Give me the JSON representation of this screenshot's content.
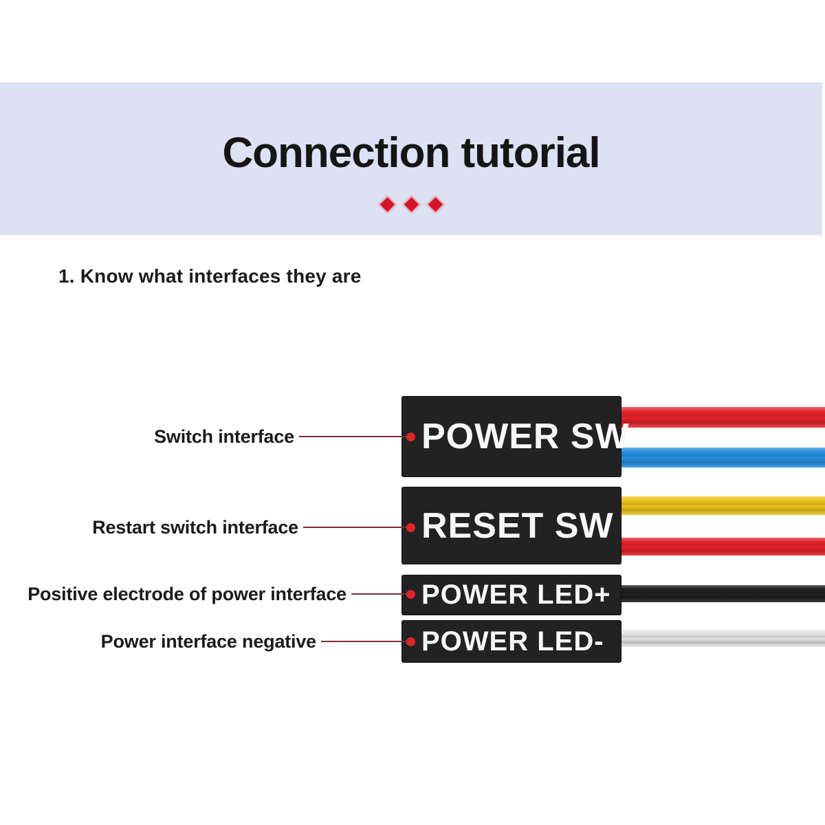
{
  "banner": {
    "title": "Connection tutorial",
    "background": "#dce1f4",
    "diamond_color": "#d5122b",
    "diamond_count": 3
  },
  "section": {
    "heading": "1. Know what interfaces they are"
  },
  "diagram": {
    "box_color": "#222222",
    "box_text_color": "#f7f7f7",
    "leader_color": "#7d2f30",
    "dot_color": "#e0262a",
    "connectors": [
      {
        "id": "power-sw",
        "label": "POWER SW",
        "callout": "Switch interface",
        "wires": [
          {
            "name": "red-wire",
            "color": "#e6222a"
          },
          {
            "name": "blue-wire",
            "color": "#268fe0"
          }
        ]
      },
      {
        "id": "reset-sw",
        "label": "RESET SW",
        "callout": "Restart switch interface",
        "wires": [
          {
            "name": "yellow-wire",
            "color": "#edc31e"
          },
          {
            "name": "red-wire",
            "color": "#e6222a"
          }
        ]
      },
      {
        "id": "power-led-plus",
        "label": "POWER LED+",
        "callout": "Positive electrode of power interface",
        "wires": [
          {
            "name": "black-wire",
            "color": "#1f1f1f"
          }
        ]
      },
      {
        "id": "power-led-minus",
        "label": "POWER LED-",
        "callout": "Power interface negative",
        "wires": [
          {
            "name": "white-wire",
            "color": "#e4e4e4"
          }
        ]
      }
    ]
  }
}
